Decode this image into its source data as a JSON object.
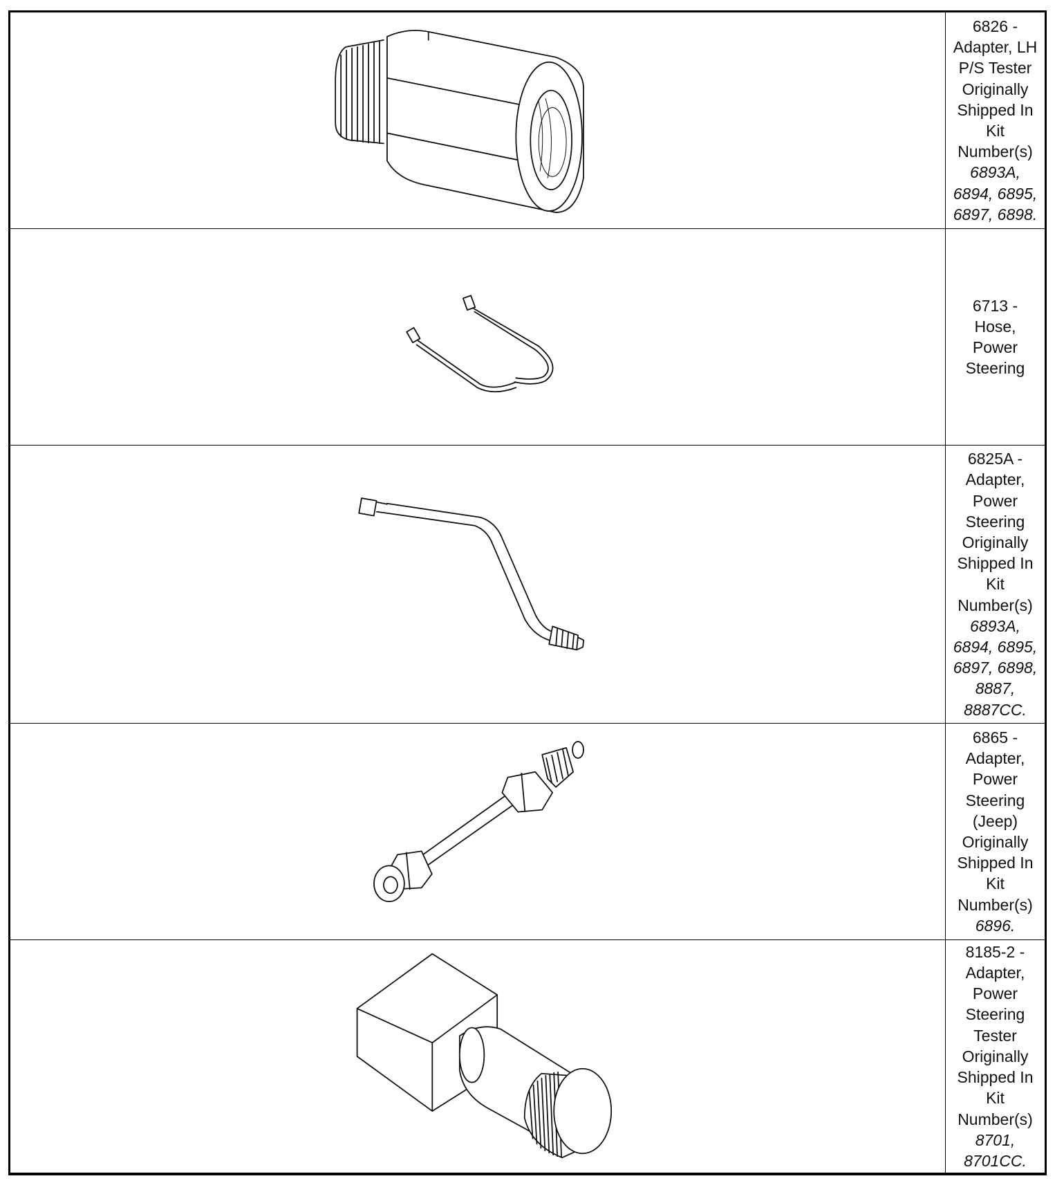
{
  "rows": [
    {
      "icon": "hex-adapter-icon",
      "lines": [
        "6826 -",
        "Adapter, LH",
        "P/S Tester",
        "Originally",
        "Shipped In",
        "Kit",
        "Number(s)"
      ],
      "kits": [
        "6893A,",
        "6894, 6895,",
        "6897, 6898."
      ]
    },
    {
      "icon": "u-shaped-hose-icon",
      "lines": [
        "6713 -",
        "Hose,",
        "Power",
        "Steering"
      ],
      "kits": []
    },
    {
      "icon": "bent-tube-adapter-icon",
      "lines": [
        "6825A -",
        "Adapter,",
        "Power",
        "Steering",
        "Originally",
        "Shipped In",
        "Kit",
        "Number(s)"
      ],
      "kits": [
        "6893A,",
        "6894, 6895,",
        "6897, 6898,",
        "8887,",
        "8887CC."
      ]
    },
    {
      "icon": "straight-tube-adapter-icon",
      "lines": [
        "6865 -",
        "Adapter,",
        "Power",
        "Steering",
        "(Jeep)",
        "Originally",
        "Shipped In",
        "Kit",
        "Number(s)"
      ],
      "kits": [
        "6896."
      ]
    },
    {
      "icon": "block-knurled-adapter-icon",
      "lines": [
        "8185-2 -",
        "Adapter,",
        "Power",
        "Steering",
        "Tester",
        "Originally",
        "Shipped In",
        "Kit",
        "Number(s)"
      ],
      "kits": [
        "8701,",
        "8701CC."
      ]
    }
  ]
}
